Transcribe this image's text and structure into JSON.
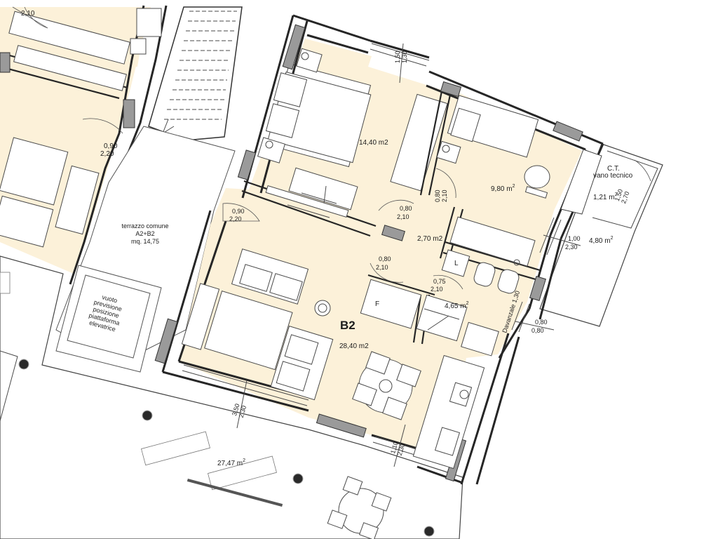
{
  "plan": {
    "unit_name": "B2",
    "rooms": {
      "living": "28,40 m2",
      "bedroom_main": "14,40 m2",
      "bedroom_second": {
        "value": "9,80 m",
        "exp": "2"
      },
      "hall": "2,70 m2",
      "bathroom": {
        "value": "4,65 m",
        "exp": "2"
      },
      "technical_room": {
        "value": "1,21 m",
        "exp": "2"
      },
      "balcony_right": {
        "value": "4,80 m",
        "exp": "2"
      },
      "terrace_bottom": {
        "value": "27,47 m",
        "exp": "2"
      }
    },
    "common_terrace": {
      "line1": "terrazzo comune",
      "line2": "A2+B2",
      "line3": "mq. 14,75"
    },
    "technical_room_label": {
      "line1": "C.T.",
      "line2": "vano tecnico"
    },
    "lift_void": {
      "line1": "vuoto",
      "line2": "previsione",
      "line3": "posizione",
      "line4": "piattaforma",
      "line5": "elevatrice"
    },
    "fixtures": {
      "wardrobe": "F",
      "laundry": "L"
    },
    "dimensions": {
      "top_left_door": "2,10",
      "left_door": {
        "w": "0,90",
        "h": "2,20"
      },
      "entry_door": {
        "w": "0,90",
        "h": "2,20"
      },
      "bed_top_window": {
        "w": "1,50",
        "h": "1,30"
      },
      "bed2_door": {
        "w": "0,80",
        "h": "2,10"
      },
      "bed1_door": {
        "w": "0,80",
        "h": "2,10"
      },
      "hall_door": {
        "w": "0,80",
        "h": "2,10"
      },
      "bath_door": {
        "w": "0,75",
        "h": "2,10"
      },
      "ct_window": {
        "w": "1,50",
        "h": "2,70"
      },
      "bed2_window": {
        "w": "1,00",
        "h": "2,30"
      },
      "bath_window": {
        "w": "0,80",
        "h": "0,80"
      },
      "sill": "Davanzale 1,30",
      "living_window_left": {
        "w": "3,50",
        "h": "2,30"
      },
      "living_window_right": {
        "w": "1,10",
        "h": "2,30"
      }
    }
  }
}
